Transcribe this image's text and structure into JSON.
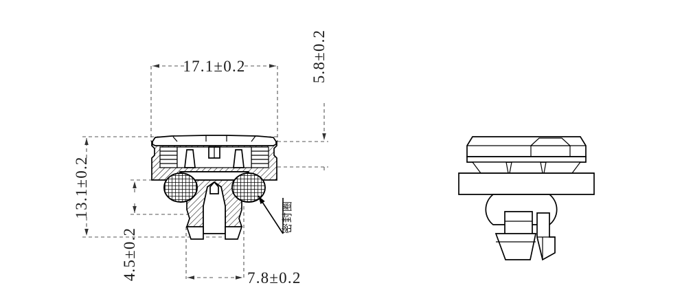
{
  "drawing": {
    "type": "engineering-cross-section",
    "part": "push-rivet-fastener-with-seal",
    "background_color": "#ffffff",
    "line_color": "#000000",
    "dim_line_color": "#555555"
  },
  "dimensions": {
    "top_width": {
      "label": "17.1±0.2",
      "orientation": "horizontal",
      "position": "top"
    },
    "right_height": {
      "label": "5.8±0.2",
      "orientation": "vertical-rotated",
      "position": "right"
    },
    "left_outer_height": {
      "label": "13.1±0.2",
      "orientation": "vertical-rotated",
      "position": "left-outer"
    },
    "left_inner_height": {
      "label": "4.5±0.2",
      "orientation": "vertical-rotated",
      "position": "left-inner"
    },
    "bottom_width": {
      "label": "7.8±0.2",
      "orientation": "horizontal",
      "position": "bottom"
    }
  },
  "annotations": {
    "seal_ring": {
      "label": "密封圈",
      "meaning": "sealing ring",
      "orientation": "vertical-rotated",
      "has_leader_arrow": true
    }
  },
  "views": {
    "section_view": {
      "name": "cross-section-view",
      "position": "left"
    },
    "isometric_view": {
      "name": "isometric-view",
      "position": "right"
    }
  }
}
